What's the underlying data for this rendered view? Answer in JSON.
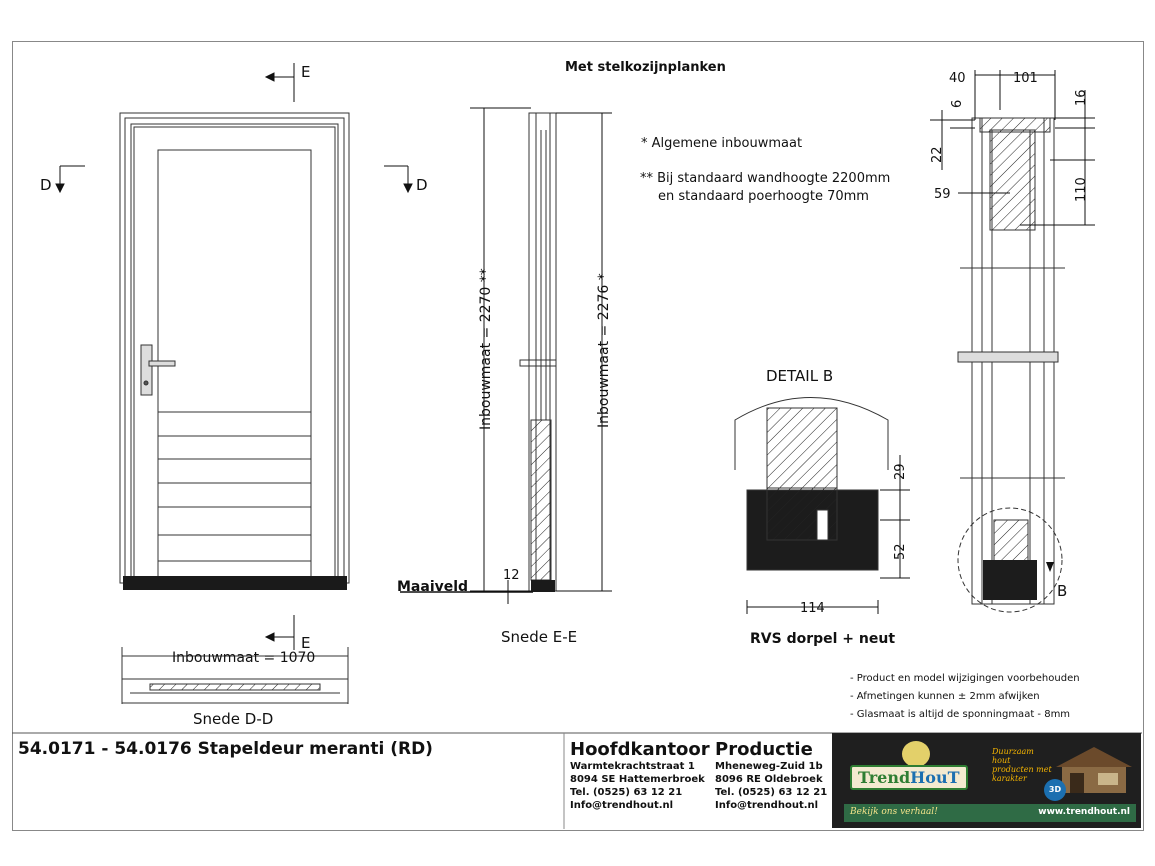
{
  "sheet": {
    "heading": "Met stelkozijnplanken",
    "title": "54.0171 - 54.0176 Stapeldeur meranti (RD)"
  },
  "notes_top": {
    "star1": "*  Algemene inbouwmaat",
    "star2a": "** Bij standaard wandhoogte 2200mm",
    "star2b": "en standaard poerhoogte 70mm"
  },
  "labels": {
    "section_e_left": "E",
    "section_e_bottom": "E",
    "section_d_left": "D",
    "section_d_right": "D",
    "snede_ee": "Snede E-E",
    "snede_dd": "Snede D-D",
    "maaiveld": "Maaiveld",
    "detail_b": "DETAIL  B",
    "b_marker": "B",
    "rvs": "RVS dorpel + neut"
  },
  "dimensions": {
    "inbouw_2270": "Inbouwmaat = 2270 **",
    "inbouw_2276": "Inbouwmaat = 2276 *",
    "inbouw_1070": "Inbouwmaat = 1070",
    "d12": "12",
    "d40": "40",
    "d101": "101",
    "d6": "6",
    "d16": "16",
    "d22": "22",
    "d59": "59",
    "d110": "110",
    "d29": "29",
    "d52": "52",
    "d114": "114"
  },
  "remarks": [
    "- Product en model wijzigingen voorbehouden",
    "- Afmetingen kunnen ± 2mm afwijken",
    "- Glasmaat is altijd de sponningmaat - 8mm"
  ],
  "office": {
    "heading": "Hoofdkantoor",
    "lines": [
      "Warmtekrachtstraat 1",
      "8094 SE Hattemerbroek",
      "Tel. (0525) 63 12 21",
      "Info@trendhout.nl"
    ]
  },
  "production": {
    "heading": "Productie",
    "lines": [
      "Mheneweg-Zuid 1b",
      "8096 RE Oldebroek",
      "Tel. (0525) 63 12 21",
      "Info@trendhout.nl"
    ]
  },
  "logo": {
    "brand_a": "Trend",
    "brand_b": "HouT",
    "tagline": "Duurzaam hout producten met karakter",
    "badge": "3D",
    "slogan": "Bekijk ons verhaal!",
    "url": "www.trendhout.nl"
  }
}
